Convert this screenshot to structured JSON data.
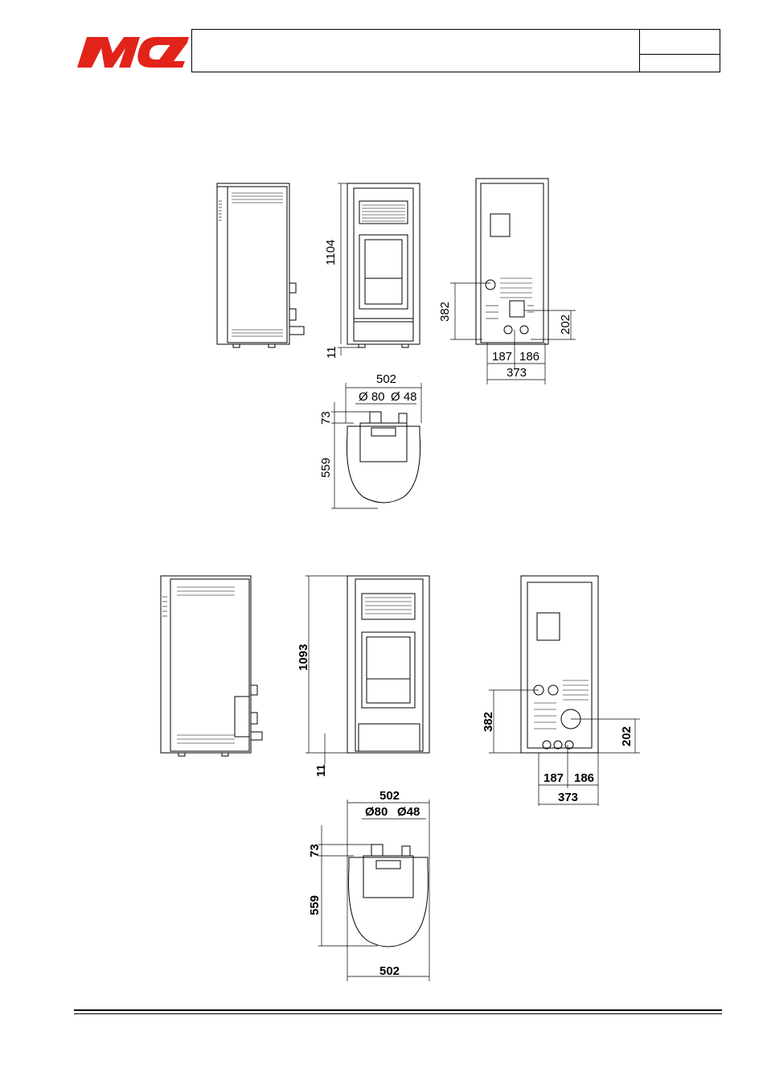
{
  "brand": {
    "logo_text": "MCZ",
    "color": "#e2231a"
  },
  "header": {
    "title": "",
    "code": "",
    "page": ""
  },
  "views_top": {
    "height": "1104",
    "foot": "11",
    "back_height": "382",
    "back_right": "202",
    "back_w1": "187",
    "back_w2": "186",
    "back_total": "373",
    "plan_width": "502",
    "plan_d1": "Ø 80",
    "plan_d2": "Ø 48",
    "plan_offset": "73",
    "plan_depth": "559"
  },
  "views_bottom": {
    "height": "1093",
    "foot": "11",
    "back_height": "382",
    "back_right": "202",
    "back_w1": "187",
    "back_w2": "186",
    "back_total": "373",
    "plan_width_top": "502",
    "plan_d1": "Ø80",
    "plan_d2": "Ø48",
    "plan_offset": "73",
    "plan_depth": "559",
    "plan_width_bottom": "502"
  }
}
